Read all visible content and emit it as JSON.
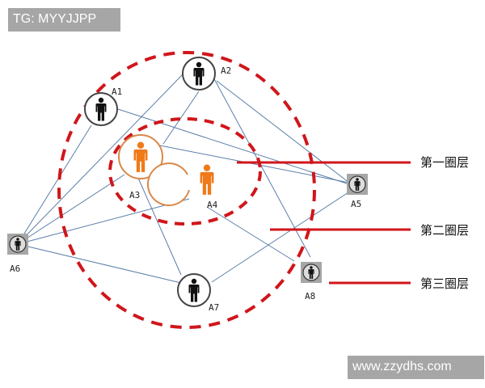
{
  "watermarks": {
    "top_left": "TG: MYYJJPP",
    "bottom_right": "www.zzydhs.com"
  },
  "colors": {
    "ring_dash": "#d0161b",
    "edge": "#5b7fa8",
    "core_person": "#f07a1a",
    "core_ring": "#d9884a",
    "normal_person": "#111111",
    "peripheral_bg": "#a6a6a6",
    "badge_bg": "#a6a6a6"
  },
  "rings": [
    {
      "id": "inner",
      "label": "第一圈层"
    },
    {
      "id": "outer",
      "label": "第二圈层"
    },
    {
      "id": "outside",
      "label": "第三圈层"
    }
  ],
  "nodes": [
    {
      "id": "A1",
      "label": "A1",
      "type": "normal"
    },
    {
      "id": "A2",
      "label": "A2",
      "type": "normal"
    },
    {
      "id": "A3",
      "label": "A3",
      "type": "core"
    },
    {
      "id": "A4",
      "label": "A4",
      "type": "core"
    },
    {
      "id": "A5",
      "label": "A5",
      "type": "peripheral"
    },
    {
      "id": "A6",
      "label": "A6",
      "type": "peripheral"
    },
    {
      "id": "A7",
      "label": "A7",
      "type": "normal"
    },
    {
      "id": "A8",
      "label": "A8",
      "type": "peripheral"
    }
  ],
  "edges": [
    [
      "A6",
      "A1"
    ],
    [
      "A6",
      "A2"
    ],
    [
      "A6",
      "A3"
    ],
    [
      "A6",
      "A4"
    ],
    [
      "A6",
      "A7"
    ],
    [
      "A1",
      "A5"
    ],
    [
      "A2",
      "A3"
    ],
    [
      "A2",
      "A5"
    ],
    [
      "A2",
      "A8"
    ],
    [
      "A3",
      "A4"
    ],
    [
      "A3",
      "A5"
    ],
    [
      "A3",
      "A7"
    ],
    [
      "A4",
      "A8"
    ],
    [
      "A7",
      "A5"
    ]
  ],
  "legend": [
    {
      "label": "第一圈层"
    },
    {
      "label": "第二圈层"
    },
    {
      "label": "第三圈层"
    }
  ]
}
